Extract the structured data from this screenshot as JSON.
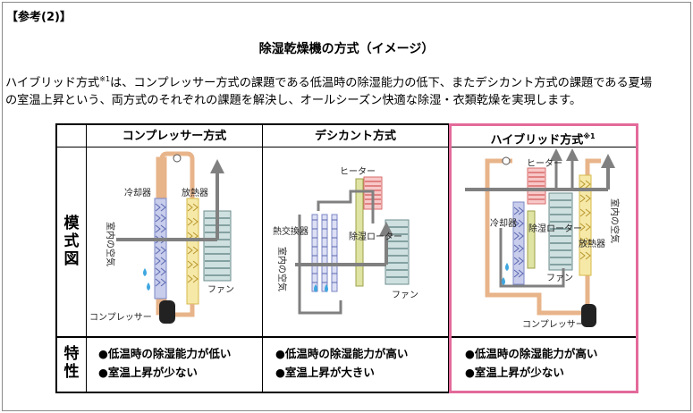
{
  "heading": "【参考(2)】",
  "title": "除湿乾燥機の方式（イメージ）",
  "description": {
    "line1_a": "ハイブリッド方式",
    "line1_sup": "※1",
    "line1_b": "は、コンプレッサー方式の課題である低温時の除湿能力の低下、またデシカント方式の課題である夏場",
    "line2": "の室温上昇という、両方式のそれぞれの課題を解決し、オールシーズン快適な除湿・衣類乾燥を実現します。"
  },
  "table": {
    "row_headers": {
      "diagram": "模式図",
      "characteristics": "特性"
    },
    "columns": [
      {
        "name": "コンプレッサー方式",
        "features": [
          "●低温時の除湿能力が低い",
          "●室温上昇が少ない"
        ],
        "labels": {
          "cooler": "冷却器",
          "radiator": "放熱器",
          "room_air": "室内の空気",
          "fan": "ファン",
          "compressor": "コンプレッサー"
        }
      },
      {
        "name": "デシカント方式",
        "features": [
          "●低温時の除湿能力が高い",
          "●室温上昇が大きい"
        ],
        "labels": {
          "heater": "ヒーター",
          "heat_exchanger": "熱交換器",
          "room_air": "室内の空気",
          "rotor": "除湿ローター",
          "fan": "ファン"
        }
      },
      {
        "name": "ハイブリッド方式",
        "name_sup": "※1",
        "features": [
          "●低温時の除湿能力が高い",
          "●室温上昇が少ない"
        ],
        "labels": {
          "heater": "ヒーター",
          "cooler": "冷却器",
          "rotor": "除湿ローター",
          "room_air": "室内の空気",
          "radiator": "放熱器",
          "fan": "ファン",
          "compressor": "コンプレッサー"
        }
      }
    ]
  },
  "colors": {
    "highlight": "#e36a9a",
    "pipe": "#e8b48a",
    "air": "#777777",
    "cooler": "#9aa6d8",
    "radiator": "#f2dd7a",
    "heater": "#f4a6a6",
    "rotor": "#c7cc7a",
    "fan": "#a8c8c8",
    "water": "#3fa7e0"
  }
}
